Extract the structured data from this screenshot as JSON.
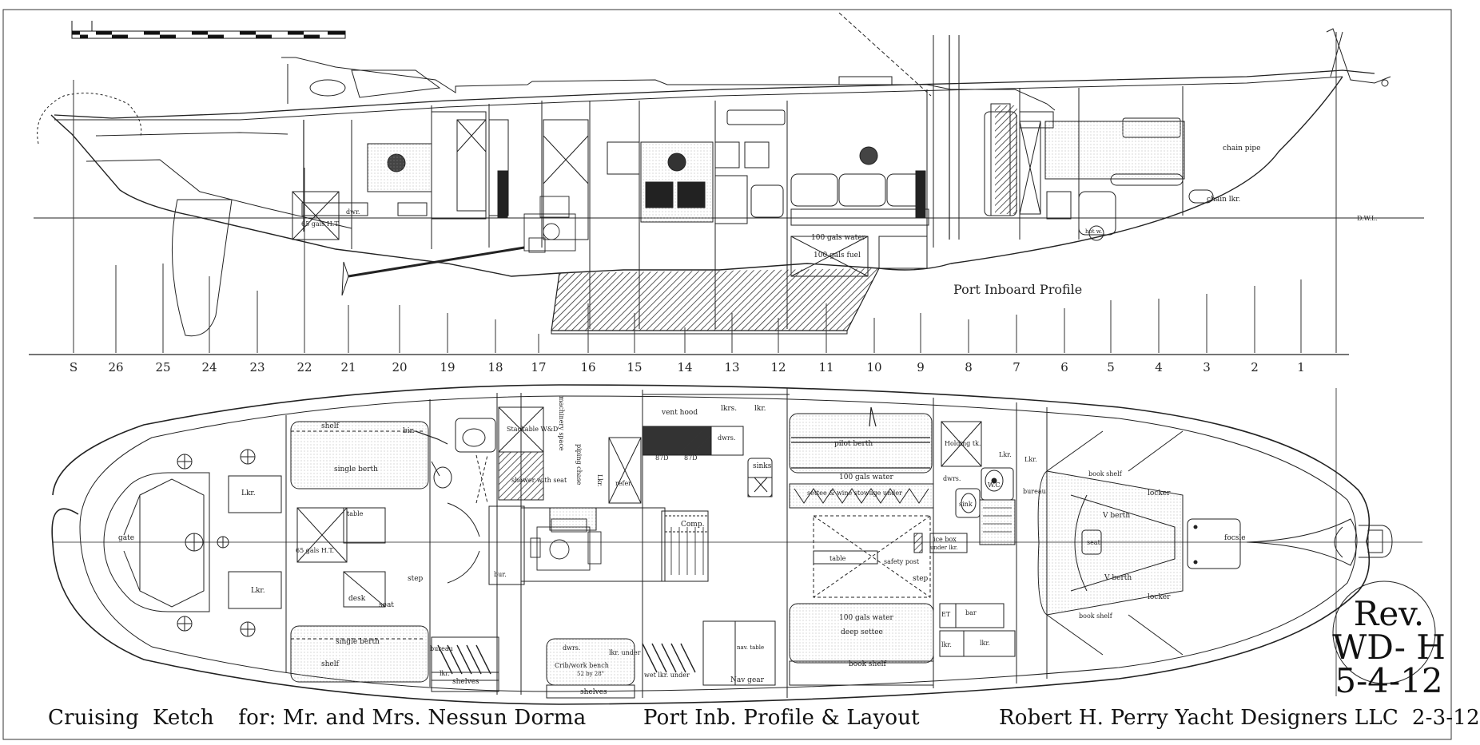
{
  "title_block": {
    "vessel": "Cruising  Ketch",
    "client": "for: Mr. and Mrs. Nessun Dorma",
    "drawing": "Port Inb. Profile & Layout",
    "designer": "Robert H. Perry Yacht Designers LLC  2-3-12"
  },
  "revision": {
    "line1": "Rev.",
    "line2": "WD- H",
    "line3": "5-4-12"
  },
  "profile": {
    "caption": "Port Inboard Profile",
    "dwl": "D.W.L.",
    "stations": [
      "S",
      "26",
      "25",
      "24",
      "23",
      "22",
      "21",
      "20",
      "19",
      "18",
      "17",
      "16",
      "15",
      "14",
      "13",
      "12",
      "11",
      "10",
      "9",
      "8",
      "7",
      "6",
      "5",
      "4",
      "3",
      "2",
      "1"
    ],
    "labels": [
      "65 gals H.T.",
      "dwr.",
      "100 gals water",
      "100 gals fuel",
      "chain pipe",
      "chain lkr.",
      "hot w."
    ]
  },
  "plan": {
    "labels": {
      "gate": "gate",
      "lkr_aft_stbd": "Lkr.",
      "lkr_aft_port": "Lkr.",
      "shelf_stbd": "shelf",
      "bin": "bin",
      "single_berth_stbd": "single berth",
      "table_aft": "table",
      "ht": "65 gals H.T.",
      "desk": "desk",
      "seat": "seat",
      "step_aft": "step",
      "single_berth_port": "single berth",
      "shelf_port": "shelf",
      "shelves_1": "shelves",
      "shelves_2": "shelves",
      "bureau_aft": "bureau",
      "lkr_small": "lkr.",
      "wd": "Stackable W&D",
      "machinery": "machinery space",
      "piping": "piping chase",
      "shower": "shower with seat",
      "lkr_v": "Lkr.",
      "refer": "refer",
      "bur": "bur.",
      "dwrs_aft": "dwrs.",
      "lkr_under": "lkr. under",
      "crib": "Crib/work bench",
      "crib_dim": "52 by 28\"",
      "wet_lkr": "wet lkr. under",
      "vent_hood": "vent hood",
      "lkrs": "lkrs.",
      "lkr_galley": "lkr.",
      "dwrs_galley": "dwrs.",
      "d87a": "87D",
      "d87b": "87D",
      "sinks": "sinks",
      "comp": "Comp.",
      "nav": "Nav gear",
      "nav_table": "nav. table",
      "pilot_berth": "pilot berth",
      "water_stbd": "100 gals water",
      "settee_stbd": "settee & wine stowage under",
      "table_salon": "table",
      "safety_post": "safety post",
      "step_fwd": "step",
      "water_port": "100 gals water",
      "deep_settee": "deep settee",
      "book_shelf_salon": "book shelf",
      "holding": "Holding tk.",
      "lkr_head": "Lkr.",
      "wc": "W.C.",
      "dwrs_head": "dwrs.",
      "sink": "sink",
      "bureau_fwd": "bureau",
      "lkr_head2": "Lkr.",
      "ice_box": "ice box",
      "under_lkr": "under lkr.",
      "et": "ET",
      "bar": "bar",
      "lkr_p1": "lkr.",
      "lkr_p2": "lkr.",
      "book_shelf_fwd_stbd": "book shelf",
      "locker_stbd": "locker",
      "v_berth_stbd": "V berth",
      "seat_fwd": "seat",
      "v_berth_port": "V berth",
      "locker_port": "locker",
      "book_shelf_fwd_port": "book shelf",
      "focsle": "focsle"
    }
  }
}
